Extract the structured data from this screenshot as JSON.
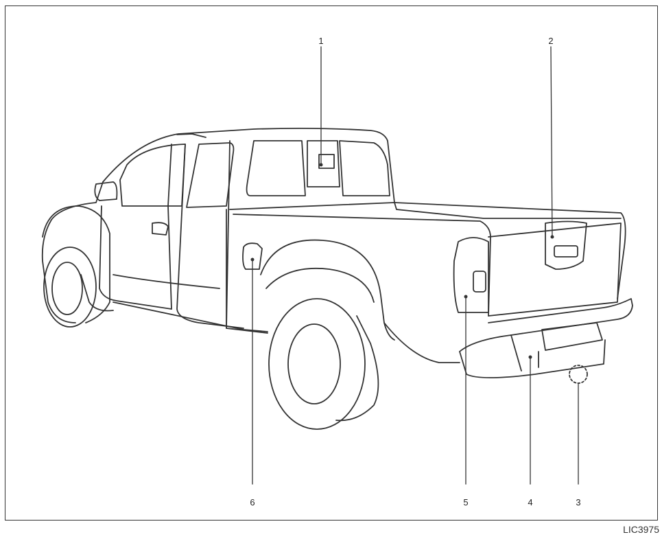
{
  "figure": {
    "code": "LIC3975",
    "line_color": "#333333"
  },
  "callouts": [
    {
      "label": "1"
    },
    {
      "label": "2"
    },
    {
      "label": "3"
    },
    {
      "label": "4"
    },
    {
      "label": "5"
    },
    {
      "label": "6"
    }
  ]
}
